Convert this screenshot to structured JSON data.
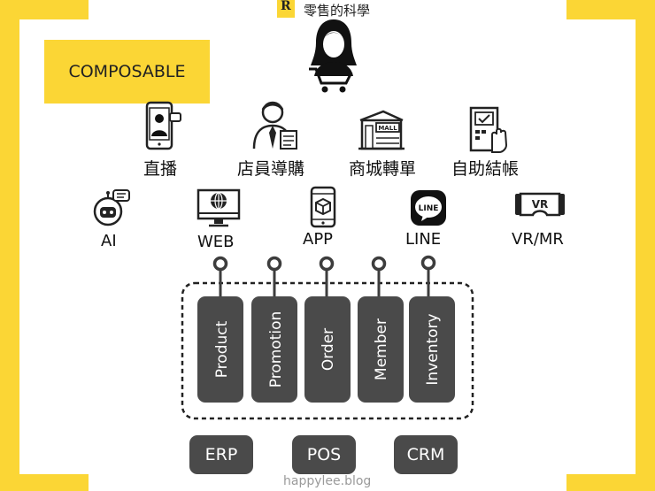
{
  "logo": {
    "mark": "R",
    "text": "零售的科學"
  },
  "tag": {
    "label": "COMPOSABLE"
  },
  "touchpoints_row1": [
    {
      "label": "直播",
      "icon": "live-stream-phone-icon"
    },
    {
      "label": "店員導購",
      "icon": "store-clerk-icon"
    },
    {
      "label": "商城轉單",
      "icon": "mall-building-icon"
    },
    {
      "label": "自助結帳",
      "icon": "self-checkout-icon"
    }
  ],
  "touchpoints_row2": [
    {
      "label": "AI",
      "icon": "robot-icon"
    },
    {
      "label": "WEB",
      "icon": "monitor-globe-icon"
    },
    {
      "label": "APP",
      "icon": "smartphone-app-icon"
    },
    {
      "label": "LINE",
      "icon": "line-app-icon"
    },
    {
      "label": "VR/MR",
      "icon": "vr-headset-icon"
    }
  ],
  "line_icon_text": "LINE",
  "vr_icon_text": "VR",
  "mall_icon_text": "MALL",
  "services": [
    {
      "label": "Product"
    },
    {
      "label": "Promotion"
    },
    {
      "label": "Order"
    },
    {
      "label": "Member"
    },
    {
      "label": "Inventory"
    }
  ],
  "backends": [
    {
      "label": "ERP"
    },
    {
      "label": "POS"
    },
    {
      "label": "CRM"
    }
  ],
  "watermark": "happylee.blog",
  "colors": {
    "accent": "#fbd635",
    "dark": "#4a4a4a",
    "stroke": "#333333"
  }
}
